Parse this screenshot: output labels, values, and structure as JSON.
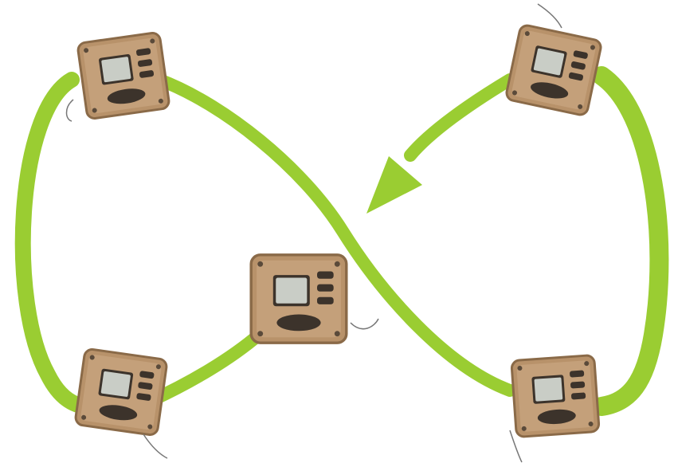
{
  "scene": {
    "description_hidden": "",
    "path_color": "#9acd32",
    "device_body_color": "#b8926a",
    "device_shadow_color": "#8a6a48",
    "device_dark_color": "#3c332b",
    "screen_color": "#c9cdc6",
    "lanyard_color": "#777777"
  },
  "devices": [
    {
      "name": "device-top-left"
    },
    {
      "name": "device-top-right"
    },
    {
      "name": "device-center"
    },
    {
      "name": "device-bottom-left"
    },
    {
      "name": "device-bottom-right"
    }
  ]
}
